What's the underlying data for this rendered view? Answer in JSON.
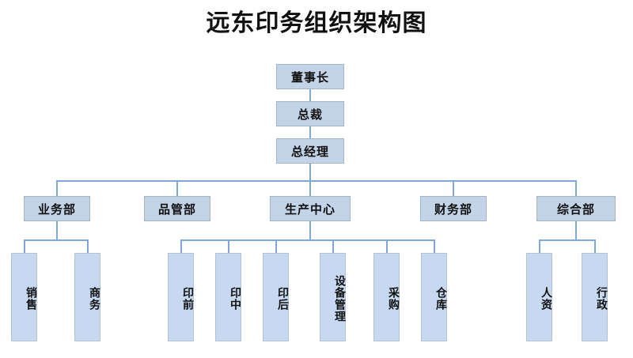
{
  "title": "远东印务组织架构图",
  "colors": {
    "node_fill": "#c3d3e8",
    "leaf_fill": "#c6d9f0",
    "node_border": "#a3b4c9",
    "connector": "#7fa8d6",
    "text": "#111111",
    "background": "#ffffff"
  },
  "chart_data": {
    "type": "diagram",
    "subtype": "org-chart",
    "title": "远东印务组织架构图",
    "orientation": "top-down",
    "levels": 4,
    "nodes": [
      {
        "id": "chairman",
        "label": "董事长",
        "level": 1,
        "parent": null
      },
      {
        "id": "president",
        "label": "总裁",
        "level": 2,
        "parent": "chairman"
      },
      {
        "id": "gm",
        "label": "总经理",
        "level": 3,
        "parent": "president"
      },
      {
        "id": "sales-dept",
        "label": "业务部",
        "level": 4,
        "parent": "gm"
      },
      {
        "id": "qa-dept",
        "label": "品管部",
        "level": 4,
        "parent": "gm"
      },
      {
        "id": "prod-ctr",
        "label": "生产中心",
        "level": 4,
        "parent": "gm"
      },
      {
        "id": "fin-dept",
        "label": "财务部",
        "level": 4,
        "parent": "gm"
      },
      {
        "id": "admin-dept",
        "label": "综合部",
        "level": 4,
        "parent": "gm"
      },
      {
        "id": "sales",
        "label": "销售",
        "level": 5,
        "parent": "sales-dept"
      },
      {
        "id": "commerce",
        "label": "商务",
        "level": 5,
        "parent": "sales-dept"
      },
      {
        "id": "prepress",
        "label": "印前",
        "level": 5,
        "parent": "prod-ctr"
      },
      {
        "id": "press",
        "label": "印中",
        "level": 5,
        "parent": "prod-ctr"
      },
      {
        "id": "postpress",
        "label": "印后",
        "level": 5,
        "parent": "prod-ctr"
      },
      {
        "id": "equipment",
        "label": "设备管理",
        "level": 5,
        "parent": "prod-ctr"
      },
      {
        "id": "purchasing",
        "label": "采购",
        "level": 5,
        "parent": "prod-ctr"
      },
      {
        "id": "warehouse",
        "label": "仓库",
        "level": 5,
        "parent": "prod-ctr"
      },
      {
        "id": "hr",
        "label": "人资",
        "level": 5,
        "parent": "admin-dept"
      },
      {
        "id": "admin",
        "label": "行政",
        "level": 5,
        "parent": "admin-dept"
      }
    ]
  },
  "executives": {
    "chairman": "董事长",
    "president": "总裁",
    "general_manager": "总经理"
  },
  "departments": [
    {
      "label": "业务部",
      "children": [
        "销售",
        "商务"
      ]
    },
    {
      "label": "品管部",
      "children": []
    },
    {
      "label": "生产中心",
      "children": [
        "印前",
        "印中",
        "印后",
        "设备管理",
        "采购",
        "仓库"
      ]
    },
    {
      "label": "财务部",
      "children": []
    },
    {
      "label": "综合部",
      "children": [
        "人资",
        "行政"
      ]
    }
  ],
  "leaves": {
    "sales": "销售",
    "commerce": "商务",
    "prepress": "印前",
    "press": "印中",
    "postpress": "印后",
    "equipment": "设备管理",
    "purchasing": "采购",
    "warehouse": "仓库",
    "hr": "人资",
    "admin": "行政"
  }
}
